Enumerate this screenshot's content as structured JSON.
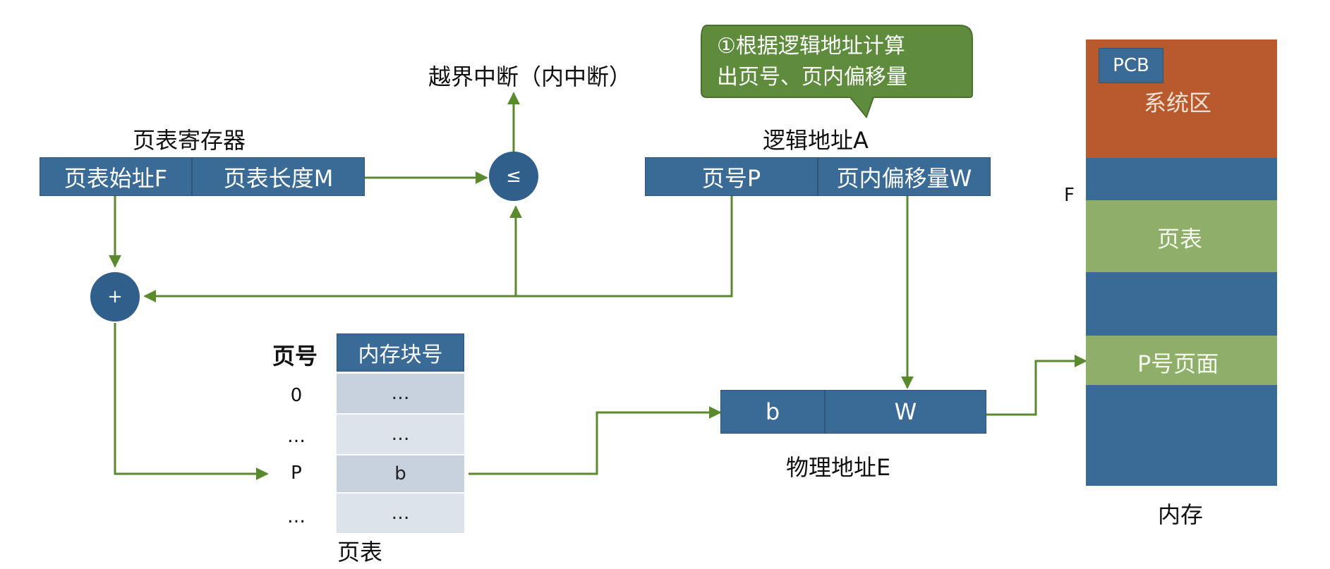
{
  "colors": {
    "box_blue": "#3a6a96",
    "arrow_green": "#5a8a2e",
    "callout_green": "#5e8b3c",
    "system_region": "#b85a2e",
    "page_table_region": "#8fae6a",
    "table_cell": "#c8d2de",
    "table_cell_alt": "#dde3ea"
  },
  "register": {
    "title": "页表寄存器",
    "start": "页表始址F",
    "length": "页表长度M"
  },
  "compare": {
    "symbol": "≤",
    "interrupt": "越界中断（内中断）"
  },
  "adder": {
    "symbol": "+"
  },
  "logical": {
    "title": "逻辑地址A",
    "page": "页号P",
    "offset": "页内偏移量W"
  },
  "callout": {
    "line1": "①根据逻辑地址计算",
    "line2": "出页号、页内偏移量"
  },
  "page_table": {
    "col_page": "页号",
    "col_frame": "内存块号",
    "caption": "页表",
    "rows": [
      {
        "page": "0",
        "frame": "…"
      },
      {
        "page": "…",
        "frame": "…"
      },
      {
        "page": "P",
        "frame": "b"
      },
      {
        "page": "…",
        "frame": "…"
      }
    ]
  },
  "physical": {
    "frame": "b",
    "offset": "W",
    "title": "物理地址E"
  },
  "memory": {
    "pcb": "PCB",
    "system": "系统区",
    "f_marker": "F",
    "page_table": "页表",
    "p_page": "P号页面",
    "caption": "内存"
  }
}
